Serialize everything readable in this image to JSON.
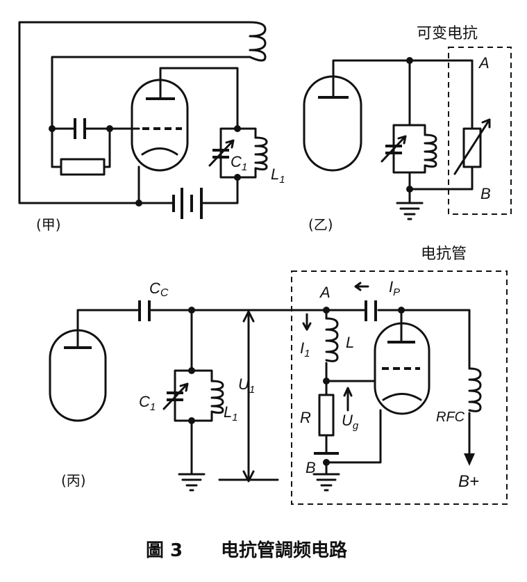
{
  "panels": {
    "a": {
      "label": "(甲)",
      "c1": "C",
      "c1_sub": "1",
      "l1": "L",
      "l1_sub": "1"
    },
    "b": {
      "label": "(乙)",
      "title": "可变电抗",
      "node_a": "A",
      "node_b": "B"
    },
    "c": {
      "label": "(丙)",
      "title": "电抗管",
      "cc": "C",
      "cc_sub": "C",
      "c1": "C",
      "c1_sub": "1",
      "l1": "L",
      "l1_sub": "1",
      "u1": "U",
      "u1_sub": "1",
      "node_a": "A",
      "ip": "I",
      "ip_sub": "P",
      "i1": "I",
      "i1_sub": "1",
      "l": "L",
      "r": "R",
      "ug": "U",
      "ug_sub": "g",
      "rfc": "RFC",
      "node_b": "B",
      "bplus": "B+"
    }
  },
  "caption": {
    "fig": "圖 3",
    "text": "电抗管調频电路"
  }
}
